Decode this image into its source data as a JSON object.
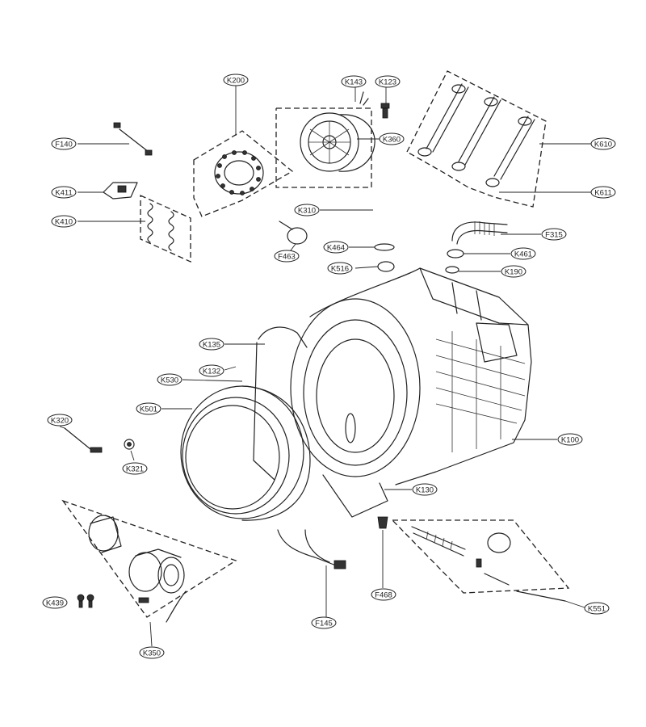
{
  "callouts": [
    {
      "id": "k200",
      "label": "K200"
    },
    {
      "id": "k143",
      "label": "K143"
    },
    {
      "id": "k123",
      "label": "K123"
    },
    {
      "id": "k360",
      "label": "K360"
    },
    {
      "id": "k610",
      "label": "K610"
    },
    {
      "id": "k611",
      "label": "K611"
    },
    {
      "id": "f140",
      "label": "F140"
    },
    {
      "id": "k411",
      "label": "K411"
    },
    {
      "id": "k410",
      "label": "K410"
    },
    {
      "id": "k310",
      "label": "K310"
    },
    {
      "id": "f463",
      "label": "F463"
    },
    {
      "id": "k464",
      "label": "K464"
    },
    {
      "id": "k516",
      "label": "K516"
    },
    {
      "id": "f315",
      "label": "F315"
    },
    {
      "id": "k461",
      "label": "K461"
    },
    {
      "id": "k190",
      "label": "K190"
    },
    {
      "id": "k135",
      "label": "K135"
    },
    {
      "id": "k132",
      "label": "K132"
    },
    {
      "id": "k530",
      "label": "K530"
    },
    {
      "id": "k501",
      "label": "K501"
    },
    {
      "id": "k320",
      "label": "K320"
    },
    {
      "id": "k321",
      "label": "K321"
    },
    {
      "id": "k100",
      "label": "K100"
    },
    {
      "id": "k130",
      "label": "K130"
    },
    {
      "id": "k439",
      "label": "K439"
    },
    {
      "id": "k350",
      "label": "K350"
    },
    {
      "id": "f145",
      "label": "F145"
    },
    {
      "id": "f468",
      "label": "F468"
    },
    {
      "id": "k551",
      "label": "K551"
    }
  ]
}
